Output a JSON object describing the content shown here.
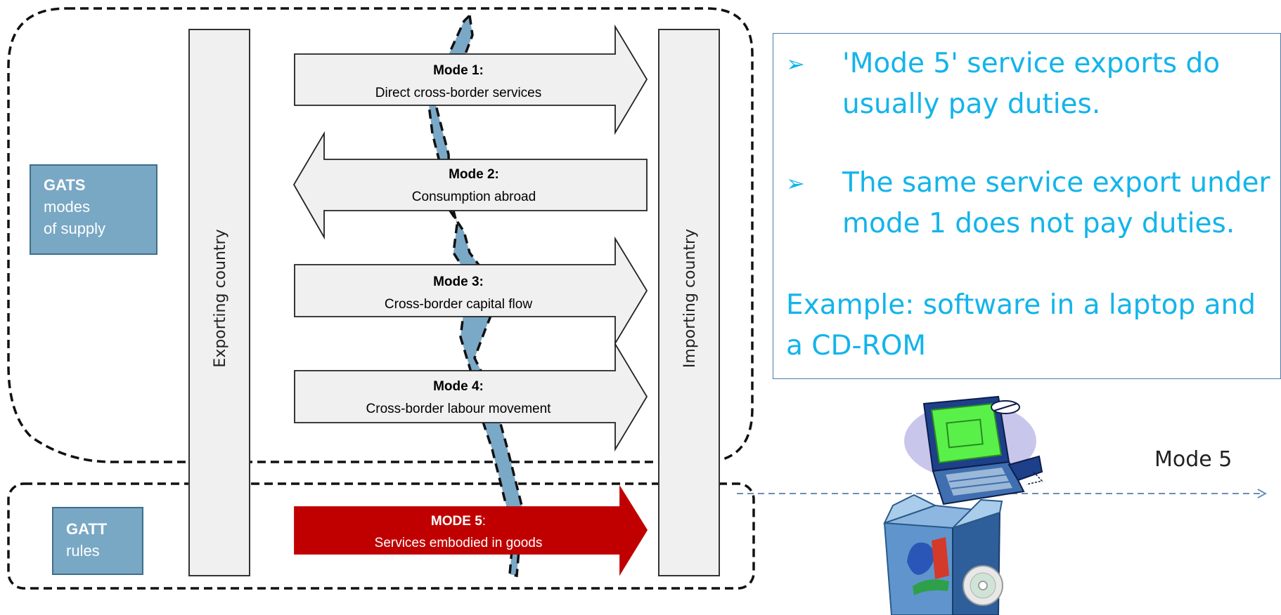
{
  "diagram": {
    "exporting_country": "Exporting country",
    "importing_country": "Importing country",
    "modes": [
      {
        "title": "Mode 1:",
        "subtitle": "Direct cross-border services"
      },
      {
        "title": "Mode 2:",
        "subtitle": "Consumption abroad"
      },
      {
        "title": "Mode 3:",
        "subtitle": "Cross-border capital flow"
      },
      {
        "title": "Mode 4:",
        "subtitle": "Cross-border labour movement"
      },
      {
        "title": "MODE 5",
        "title_suffix": ":",
        "subtitle": "Services embodied in goods"
      }
    ],
    "colors": {
      "mode5_arrow": "#c00000",
      "border_fill": "#7aa9c8",
      "label_box": "#79a8c4",
      "info_text": "#13b4ea"
    }
  },
  "gats_box": {
    "title": "GATS",
    "line1": "modes",
    "line2": "of supply"
  },
  "gatt_box": {
    "title": "GATT",
    "line1": "rules"
  },
  "info": {
    "bullet_marker": "➢",
    "bullet1": "'Mode 5' service exports do usually pay duties.",
    "bullet2": "The same service export under mode 1 does not pay duties.",
    "example": "Example: software in a laptop and a CD-ROM"
  },
  "mode5_label": "Mode 5",
  "icons": {
    "laptop": "laptop-clipart-icon",
    "software_box": "software-box-cd-icon"
  }
}
